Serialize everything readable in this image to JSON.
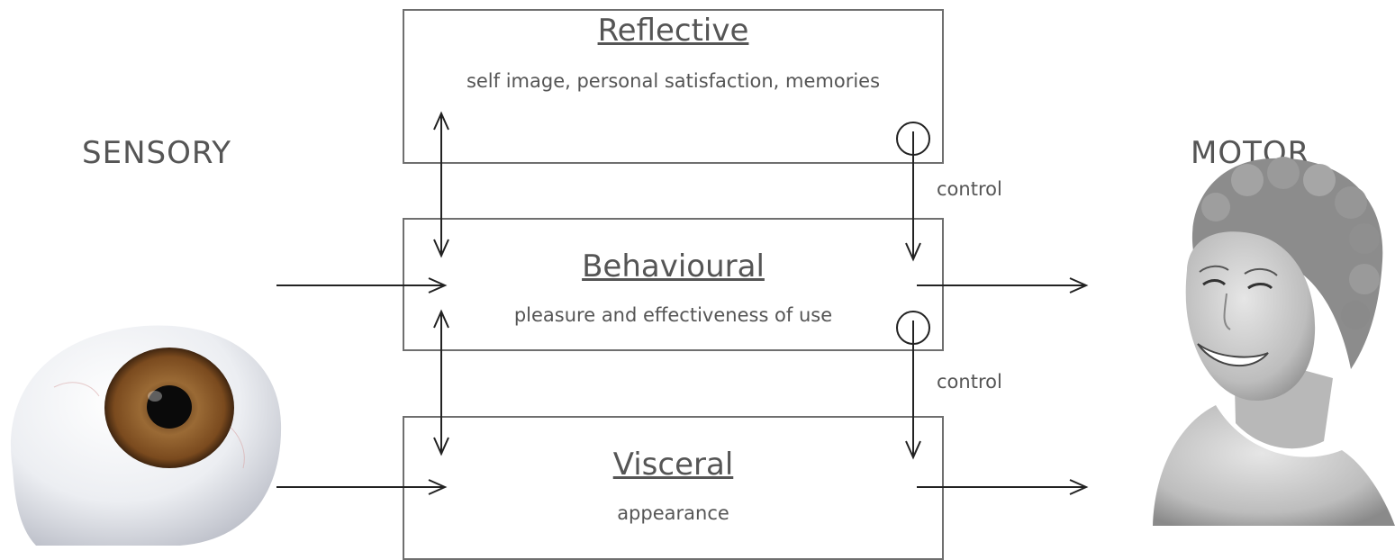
{
  "labels": {
    "left": "SENSORY",
    "right": "MOTOR"
  },
  "levels": [
    {
      "title": "Reflective",
      "description": "self image,  personal satisfaction, memories"
    },
    {
      "title": "Behavioural",
      "description": "pleasure and effectiveness of use"
    },
    {
      "title": "Visceral",
      "description": "appearance"
    }
  ],
  "control_labels": [
    "control",
    "control"
  ],
  "colors": {
    "text": "#555555",
    "box_border": "#6f6f6f",
    "arrow": "#222222",
    "iris": "#8a5a2b"
  },
  "images": {
    "left": "eyeball",
    "right": "smiling-woman-photo"
  }
}
